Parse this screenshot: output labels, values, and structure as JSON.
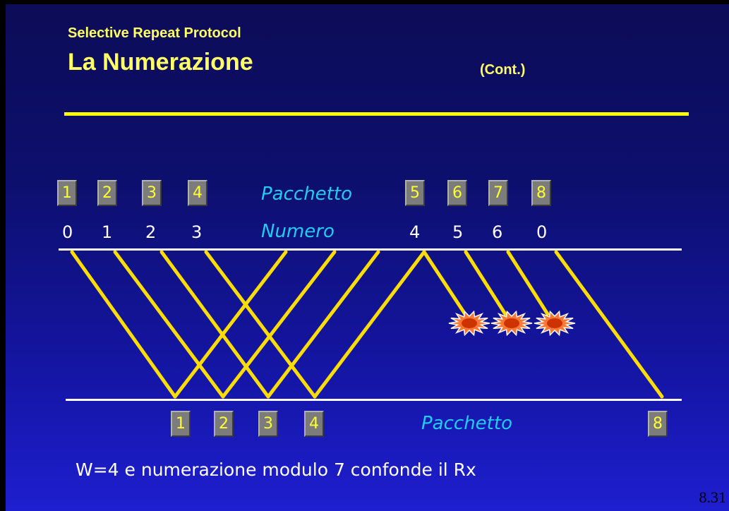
{
  "header": {
    "subtitle": "Selective Repeat Protocol",
    "title": "La Numerazione",
    "cont": "(Cont.)"
  },
  "sender": {
    "packets": [
      "1",
      "2",
      "3",
      "4",
      "5",
      "6",
      "7",
      "8"
    ],
    "numbers": [
      "0",
      "1",
      "2",
      "3",
      "4",
      "5",
      "6",
      "0"
    ],
    "label_packet": "Pacchetto",
    "label_number": "Numero"
  },
  "receiver": {
    "packets": [
      "1",
      "2",
      "3",
      "4",
      "8"
    ],
    "label_packet": "Pacchetto"
  },
  "note": "W=4 e numerazione modulo 7 confonde il Rx",
  "page_number": "8.31",
  "colors": {
    "line": "#ffdd00",
    "burst": "#cc3300",
    "burst_fill": "#ff7733",
    "label": "#22ccee"
  }
}
